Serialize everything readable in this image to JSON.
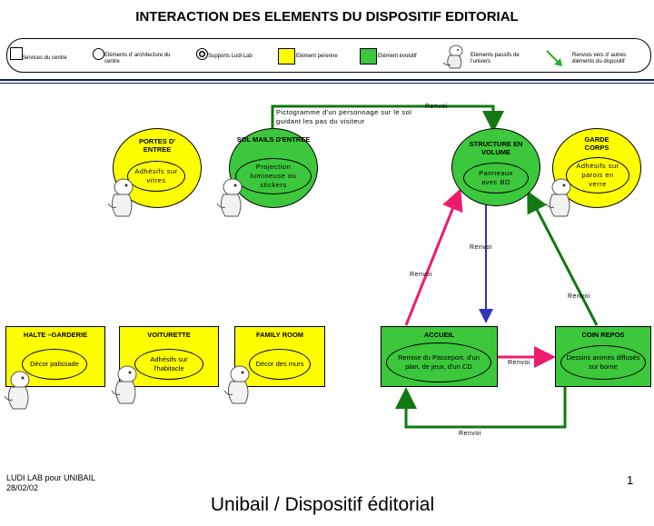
{
  "title": "INTERACTION  DES ELEMENTS DU DISPOSITIF EDITORIAL",
  "legend": {
    "items": [
      {
        "label": "Services du centre"
      },
      {
        "label": "Eléments d' architecture du centre"
      },
      {
        "label": "Supports Ludi Lab"
      },
      {
        "label": "Elément pérenne"
      },
      {
        "label": "Elément évolutif"
      },
      {
        "label": "Eléments passifs de l'univers"
      },
      {
        "label": "Renvois vers d' autres éléments du dispositif"
      }
    ]
  },
  "nodes": {
    "portes": {
      "label": "PORTES D' ENTREE",
      "inner": "Adhésifs sur vitres"
    },
    "sol": {
      "label": "SOL MAILS D'ENTREE",
      "inner": "Projection lumineuse ou stickers"
    },
    "pictogramme_note": "Pictogramme d'un personnage sur le sol guidant  les pas du visiteur",
    "structure": {
      "label": "STRUCTURE EN VOLUME",
      "inner": "Panneaux avec BD"
    },
    "garde_corps": {
      "label": "GARDE CORPS",
      "inner": "Adhésifs sur parois en verre"
    },
    "halte": {
      "label": "HALTE –GARDERIE",
      "inner": "Décor palissade"
    },
    "voiturette": {
      "label": "VOITURETTE",
      "inner": "Adhésifs sur l'habitacle"
    },
    "family": {
      "label": "FAMILY ROOM",
      "inner": "Décor des murs"
    },
    "accueil": {
      "label": "ACCUEIL",
      "inner": "Remise du Passeport, d'un plan, de jeux, d'un CD"
    },
    "coin_repos": {
      "label": "COIN REPOS",
      "inner": "Dessins animés diffusés sur borne"
    }
  },
  "links": {
    "renvoi_label": "Renvoi"
  },
  "colors": {
    "yellow": "#ffff00",
    "green": "#3cc73c",
    "dark_green": "#127812",
    "pink": "#ee1a6e",
    "blue": "#3333bb",
    "rule": "#0f1a66"
  },
  "footer": {
    "left_line1": "LUDI LAB pour UNIBAIL",
    "left_line2": "28/02/02",
    "page_number": "1",
    "title": "Unibail / Dispositif éditorial"
  }
}
